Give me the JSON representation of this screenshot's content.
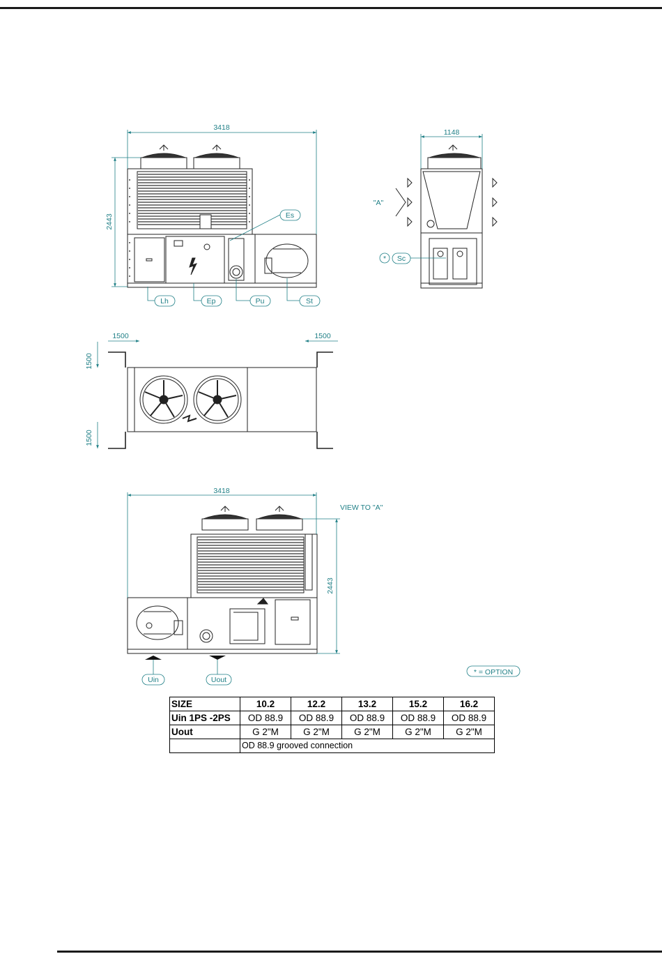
{
  "dimensions": {
    "top_length": "3418",
    "top_height": "2443",
    "side_width": "1148",
    "clearance_top_left": "1500",
    "clearance_top_right": "1500",
    "clearance_left_upper": "1500",
    "clearance_left_lower": "1500",
    "bottom_length": "3418",
    "bottom_height": "2443"
  },
  "callouts": {
    "es": "Es",
    "lh": "Lh",
    "ep": "Ep",
    "pu": "Pu",
    "st": "St",
    "sc": "Sc",
    "star": "*",
    "view_a_marker": "\"A\"",
    "uin": "Uin",
    "uout": "Uout"
  },
  "notes": {
    "view_to_a": "VIEW TO \"A\"",
    "option": "* = OPTION"
  },
  "table": {
    "header_label": "SIZE",
    "sizes": [
      "10.2",
      "12.2",
      "13.2",
      "15.2",
      "16.2"
    ],
    "rows": [
      {
        "label": "Uin 1PS -2PS",
        "values": [
          "OD 88.9",
          "OD 88.9",
          "OD 88.9",
          "OD 88.9",
          "OD 88.9"
        ]
      },
      {
        "label": "Uout",
        "values": [
          "G 2\"M",
          "G 2\"M",
          "G 2\"M",
          "G 2\"M",
          "G 2\"M"
        ]
      }
    ],
    "footnote": "OD 88.9 grooved connection"
  },
  "colors": {
    "dimension": "#1f7f86",
    "line": "#222222"
  }
}
